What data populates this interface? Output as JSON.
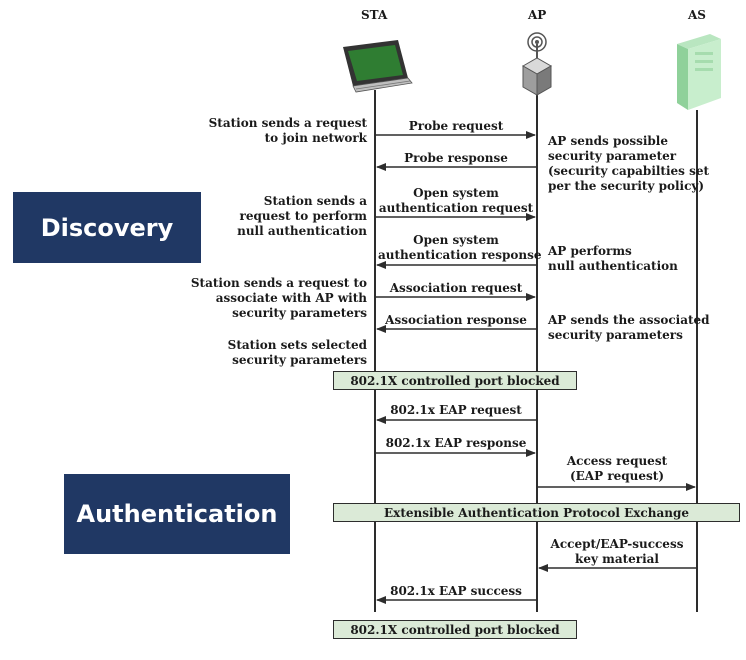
{
  "entities": {
    "sta": "STA",
    "ap": "AP",
    "as": "AS"
  },
  "phases": {
    "discovery": "Discovery",
    "authentication": "Authentication"
  },
  "bars": {
    "port_blocked_1": "802.1X controlled port blocked",
    "eap_exchange": "Extensible Authentication Protocol Exchange",
    "port_blocked_2": "802.1X controlled port blocked"
  },
  "messages": {
    "probe_request": "Probe request",
    "probe_response": "Probe response",
    "open_auth_request": [
      "Open system",
      "authentication request"
    ],
    "open_auth_response": [
      "Open system",
      "authentication  response"
    ],
    "association_request": "Association request",
    "association_response": "Association response",
    "eap_request": "802.1x EAP request",
    "eap_response": "802.1x EAP response",
    "access_request": [
      "Access request",
      "(EAP request)"
    ],
    "accept_eap_success": [
      "Accept/EAP-success",
      "key material"
    ],
    "eap_success": "802.1x EAP success"
  },
  "notes": {
    "sta_join": [
      "Station sends a request",
      "to join network"
    ],
    "sta_null_auth": [
      "Station sends a",
      "request to perform",
      "null authentication"
    ],
    "sta_associate": [
      "Station sends a request to",
      "associate with AP with",
      "security parameters"
    ],
    "sta_selected": [
      "Station sets selected",
      "security parameters"
    ],
    "ap_possible": [
      "AP sends possible",
      "security parameter",
      "(security capabilties set",
      "per the security policy)"
    ],
    "ap_null_auth": [
      "AP performs",
      "null authentication"
    ],
    "ap_associated": [
      "AP sends the associated",
      "security parameters"
    ]
  },
  "colors": {
    "phase_box": "#203864",
    "bar_fill": "#dbead7",
    "line": "#2d2d2d"
  }
}
